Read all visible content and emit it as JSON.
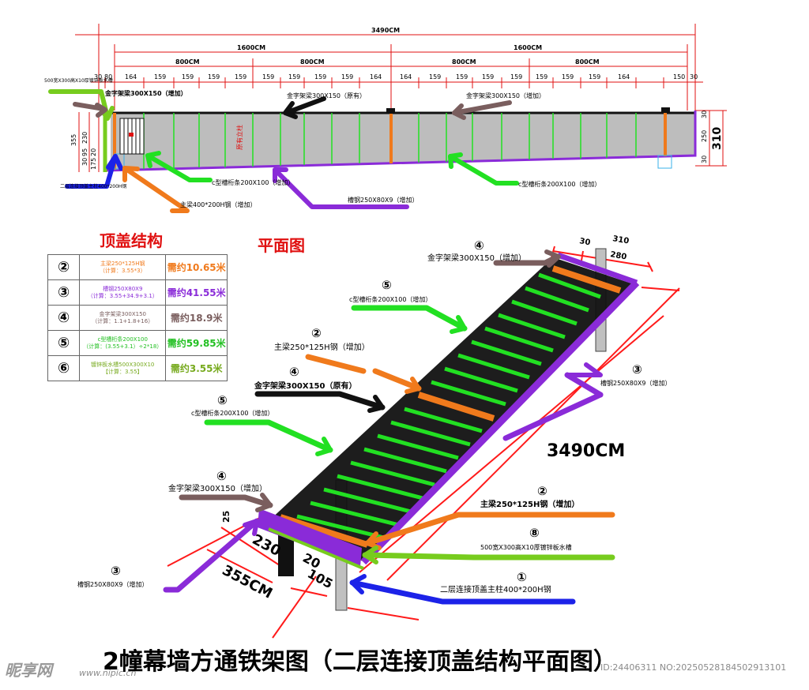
{
  "colors": {
    "orange": "#f07a1c",
    "purple": "#8a2bd8",
    "green": "#22e022",
    "brown": "#7a5e5e",
    "blue": "#1c22e8",
    "lime": "#77cc1e",
    "red": "#ff1a1a",
    "black": "#111111"
  },
  "top_plan": {
    "overall_dim": "3490CM",
    "half_dims": [
      "1600CM",
      "1600CM"
    ],
    "quarter_dims": [
      "800CM",
      "800CM",
      "800CM",
      "800CM"
    ],
    "spacing_dims": [
      "30",
      "80",
      "164",
      "159",
      "159",
      "159",
      "159",
      "159",
      "159",
      "159",
      "159",
      "164",
      "164",
      "159",
      "159",
      "159",
      "159",
      "159",
      "159",
      "159",
      "164",
      "150",
      "30"
    ],
    "left_dims": [
      "355",
      "230",
      "30",
      "95",
      "175",
      "20"
    ],
    "right_dims": [
      "30",
      "250",
      "30",
      "310"
    ],
    "labels": {
      "truss_add_left": "金字架梁300X150（增加）",
      "truss_orig": "金字架梁300X150（原有）",
      "truss_add_right": "金字架梁300X150（增加）",
      "gutter": "500宽X300高X10厚镀锌板水槽",
      "column": "二层连接顶盖主柱400*200H钢",
      "main_beam": "主梁400*200H钢（增加）",
      "purlin_left": "c型槽桁条200X100（增加）",
      "channel": "槽钢250X80X9（增加）",
      "purlin_right": "c型槽桁条200X100（增加）",
      "center_red_text": "原有立柱"
    }
  },
  "section_titles": {
    "roof_structure": "顶盖结构",
    "plan_view": "平面图"
  },
  "table": {
    "rows": [
      {
        "num": "②",
        "desc1": "主梁250*125H钢",
        "desc2": "（计算：3.55*3）",
        "qty": "需约10.65米",
        "color": "#f07a1c"
      },
      {
        "num": "③",
        "desc1": "槽钢250X80X9",
        "desc2": "（计算：3.55+34.9+3.1）",
        "qty": "需约41.55米",
        "color": "#8a2bd8"
      },
      {
        "num": "④",
        "desc1": "金字架梁300X150",
        "desc2": "（计算：1.1+1.8+16）",
        "qty": "需约18.9米",
        "color": "#7a5e5e"
      },
      {
        "num": "⑤",
        "desc1": "c型槽桁条200X100",
        "desc2": "（计算：(3.55+3.1）÷2*18）",
        "qty": "需约59.85米",
        "color": "#22e022"
      },
      {
        "num": "⑥",
        "desc1": "镀锌板水槽500X300X10",
        "desc2": "【计算：3.55】",
        "qty": "需约3.55米",
        "color": "#77cc1e"
      }
    ]
  },
  "iso": {
    "dims": {
      "w310": "310",
      "w30": "30",
      "w280": "280",
      "length": "3490CM",
      "d355": "355CM",
      "d230": "230",
      "d25": "25",
      "d20": "20",
      "d105": "105"
    },
    "labels": {
      "n4_top": "④",
      "truss_add_top": "金字架梁300X150（增加）",
      "n5_top": "⑤",
      "purlin_top": "c型槽桁条200X100（增加）",
      "n2_mid": "②",
      "beam_mid": "主梁250*125H钢（增加）",
      "n4_mid": "④",
      "truss_orig": "金字架梁300X150（原有）",
      "n5_mid": "⑤",
      "purlin_mid": "c型槽桁条200X100（增加）",
      "n3_right": "③",
      "channel_right": "槽钢250X80X9（增加）",
      "n4_low": "④",
      "truss_add_low": "金字架梁300X150（增加）",
      "n3_left": "③",
      "channel_left": "槽钢250X80X9（增加）",
      "n2_low": "②",
      "beam_low": "主梁250*125H钢（增加）",
      "n8": "⑧",
      "gutter": "500宽X300高X10厚镀锌板水槽",
      "n1": "①",
      "column": "二层连接顶盖主柱400*200H钢"
    }
  },
  "main_title": "2幢幕墙方通铁架图（二层连接顶盖结构平面图）",
  "watermark": {
    "brand": "昵享网",
    "url": "www.nipic.cn",
    "id": "ID:24406311 NO:20250528184502913101"
  }
}
